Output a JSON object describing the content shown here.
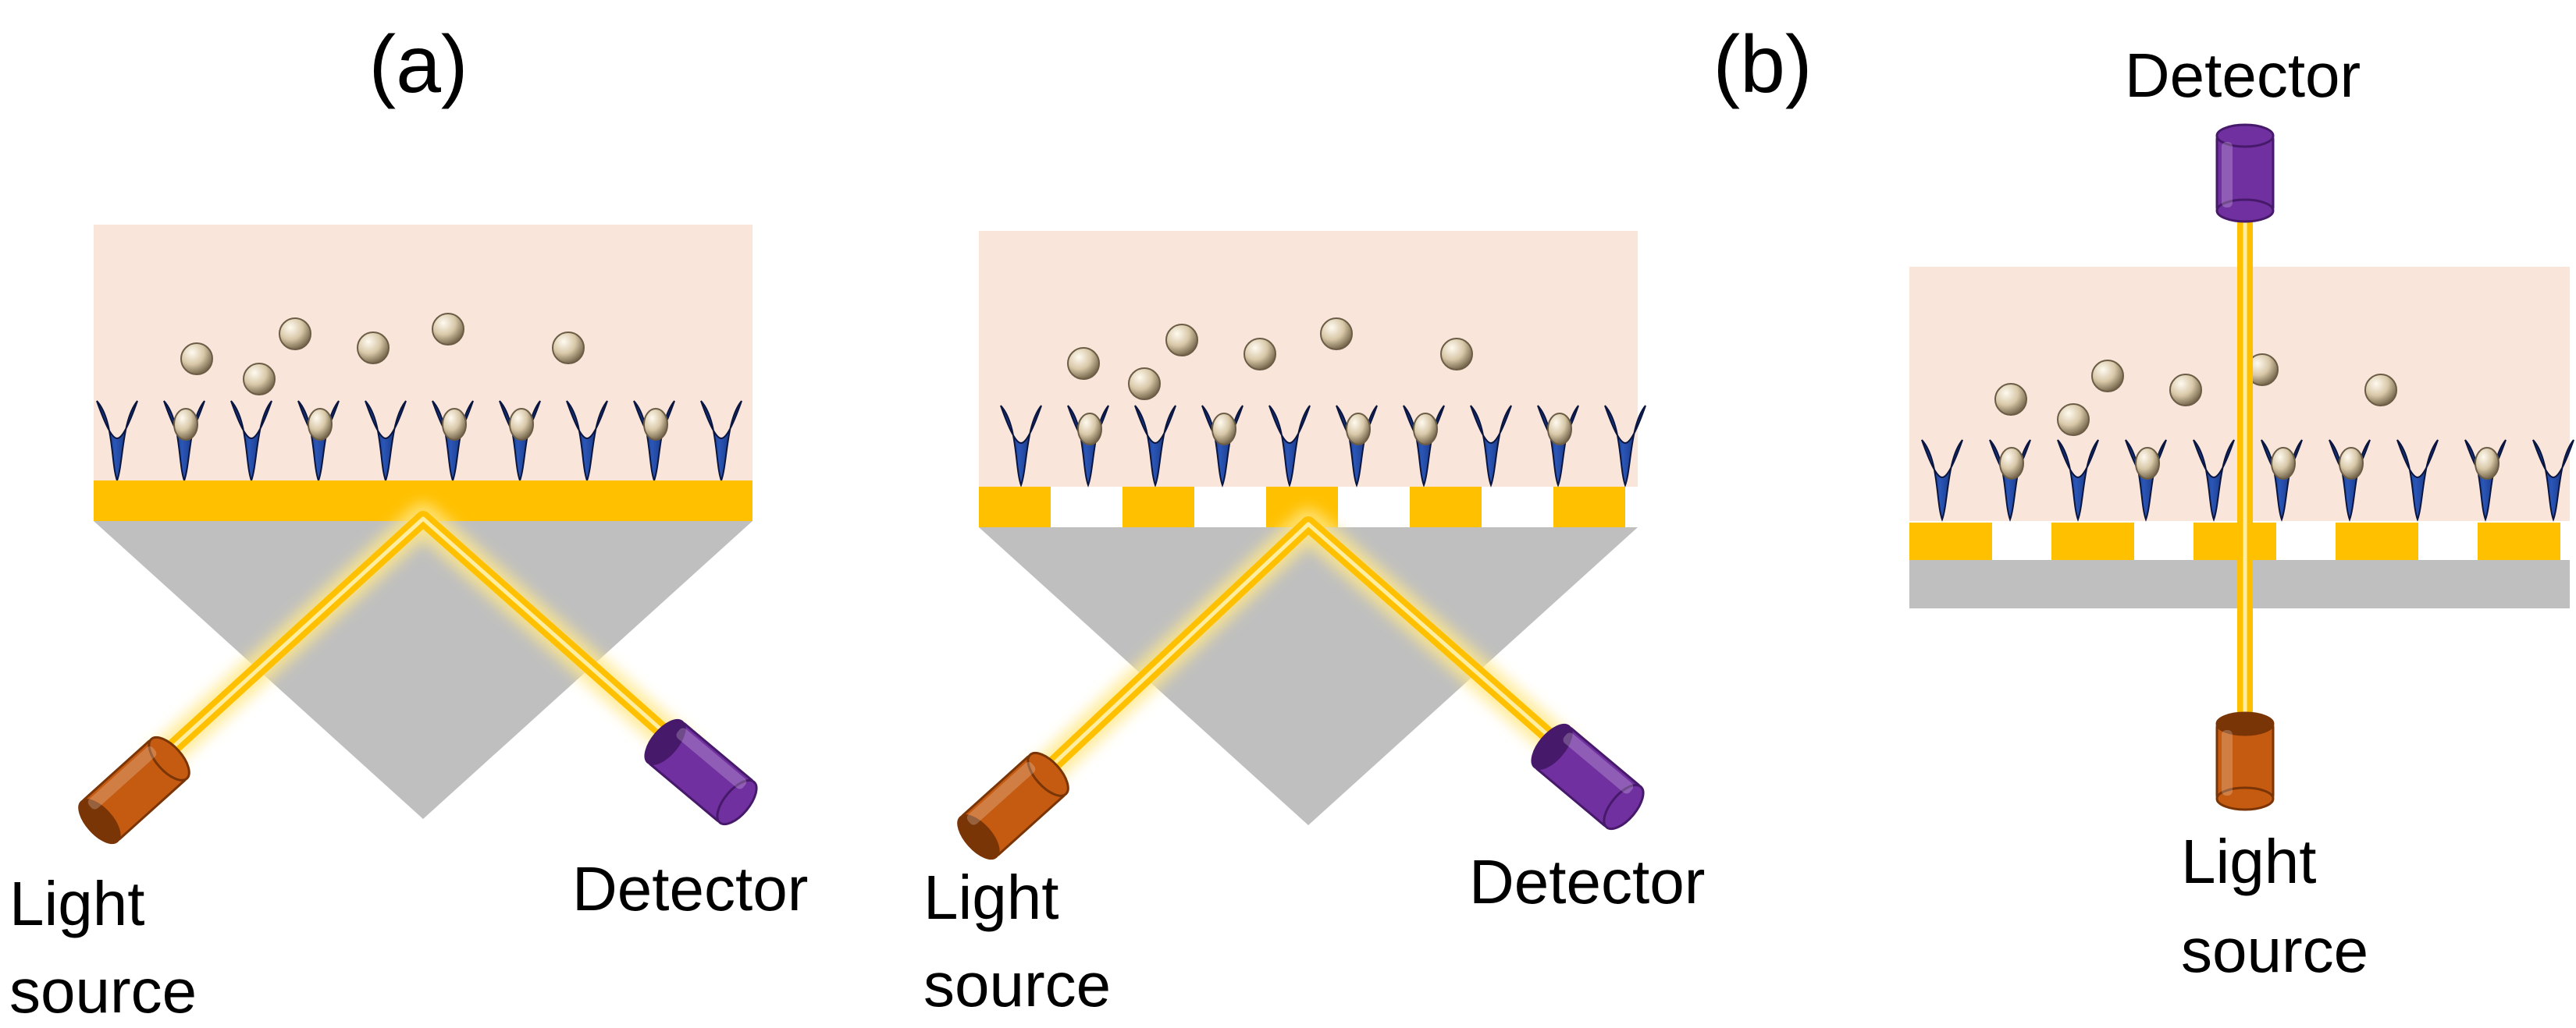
{
  "panel_labels": {
    "a": "(a)",
    "b": "(b)"
  },
  "labels": {
    "detector": "Detector",
    "light_source_line1": "Light",
    "light_source_line2": "source"
  },
  "colors": {
    "medium": "#f9e5da",
    "gold": "#ffc000",
    "prism": "#bfbfbf",
    "beam": "#ffc000",
    "beam_glow": "#ffe88a",
    "light_source": "#c55a11",
    "detector": "#7030a0",
    "receptor": "#1f3c88",
    "analyte": "#d8c8a8"
  }
}
